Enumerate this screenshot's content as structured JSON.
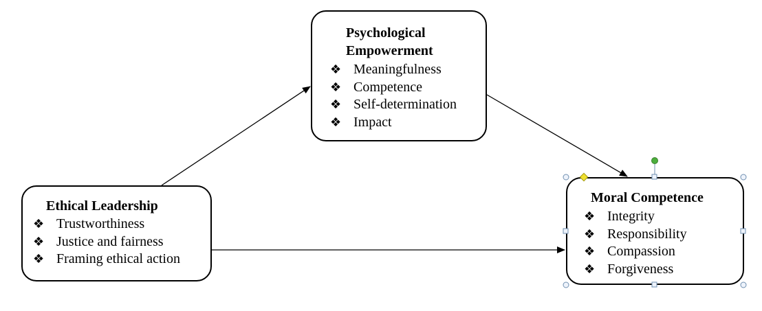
{
  "nodes": {
    "ethical_leadership": {
      "title": "Ethical Leadership",
      "items": [
        "Trustworthiness",
        "Justice and fairness",
        "Framing ethical action"
      ]
    },
    "psychological_empowerment": {
      "title_line1": "Psychological",
      "title_line2": "Empowerment",
      "items": [
        "Meaningfulness",
        "Competence",
        "Self-determination",
        "Impact"
      ]
    },
    "moral_competence": {
      "title": "Moral Competence",
      "items": [
        "Integrity",
        "Responsibility",
        "Compassion",
        "Forgiveness"
      ]
    }
  },
  "bullet_glyph": "❖",
  "colors": {
    "stroke": "#000000",
    "handle": "#6f8fb0",
    "rotate_handle": "#4cae3c",
    "adjust_handle": "#f0e030"
  }
}
